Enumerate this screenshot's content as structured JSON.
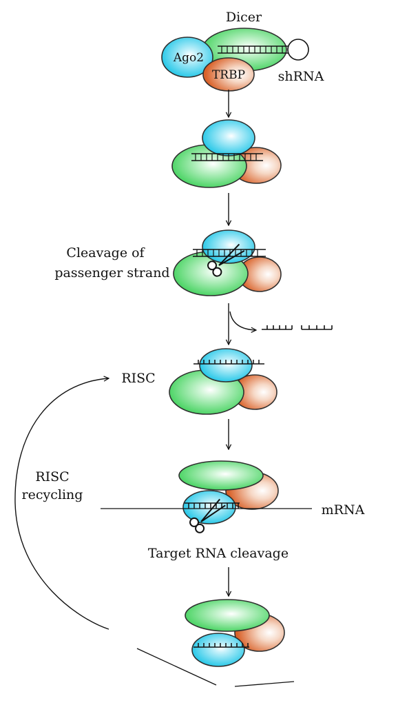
{
  "labels": {
    "dicer": "Dicer",
    "ago2": "Ago2",
    "trbp": "TRBP",
    "shrna": "shRNA",
    "cleavage_line1": "Cleavage of",
    "cleavage_line2": "passenger strand",
    "risc": "RISC",
    "recycling_line1": "RISC",
    "recycling_line2": "recycling",
    "mrna": "mRNA",
    "target_cleavage": "Target RNA cleavage"
  },
  "colors": {
    "dicer_green": "#3fd15a",
    "ago2_cyan": "#19c4e6",
    "trbp_orange": "#d9622a"
  },
  "icons": [
    "scissors-icon"
  ]
}
